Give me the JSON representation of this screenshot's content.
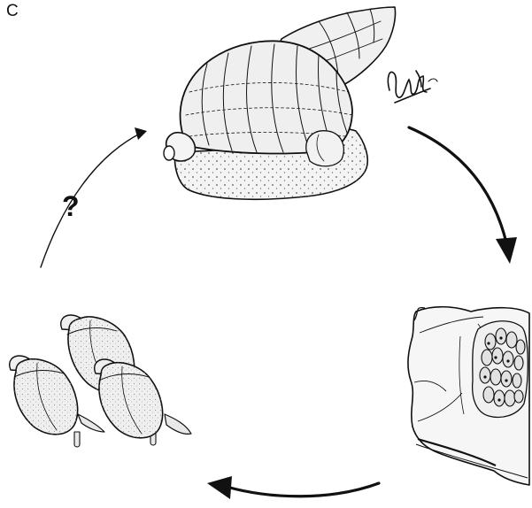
{
  "figure": {
    "panel_label": "C",
    "question_mark": "?",
    "colors": {
      "ink": "#111111",
      "shell_fill": "#efefef",
      "foot_fill": "#f4f4f4",
      "egg_fill": "#e2e2e2",
      "background": "#ffffff"
    },
    "stages": [
      {
        "name": "adult-snail"
      },
      {
        "name": "egg-mass-on-leaf"
      },
      {
        "name": "juvenile-snails"
      }
    ]
  }
}
